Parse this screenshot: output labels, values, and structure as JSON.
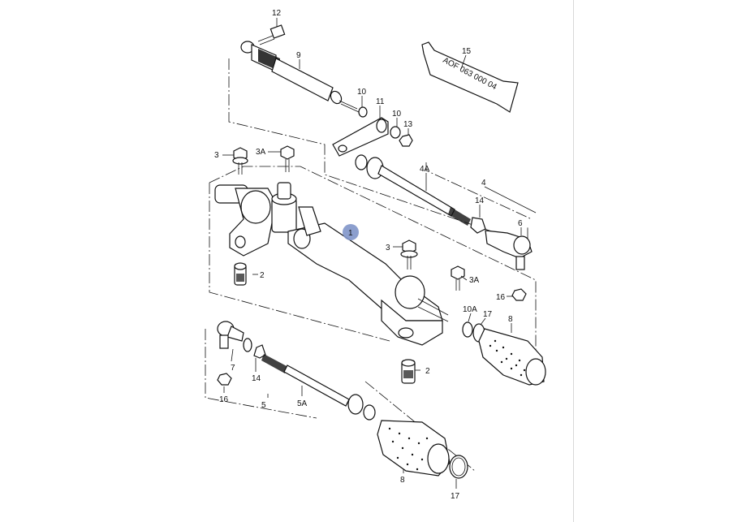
{
  "diagram": {
    "tube_label": "AOF 063 000 04",
    "selected_part": "1",
    "highlight_color": "#7f95c9",
    "callouts": {
      "c12": "12",
      "c9": "9",
      "c15": "15",
      "c10a": "10",
      "c11": "11",
      "c10b": "10",
      "c13": "13",
      "c3a": "3",
      "c3Aa": "3A",
      "c4A": "4A",
      "c4": "4",
      "c14a": "14",
      "c6": "6",
      "c1": "1",
      "c3b": "3",
      "c3Ab": "3A",
      "c2a": "2",
      "c16a": "16",
      "c10A": "10A",
      "c17a": "17",
      "c8a": "8",
      "c2b": "2",
      "c7": "7",
      "c14b": "14",
      "c16b": "16",
      "c5": "5",
      "c5A": "5A",
      "c8b": "8",
      "c17b": "17"
    }
  }
}
